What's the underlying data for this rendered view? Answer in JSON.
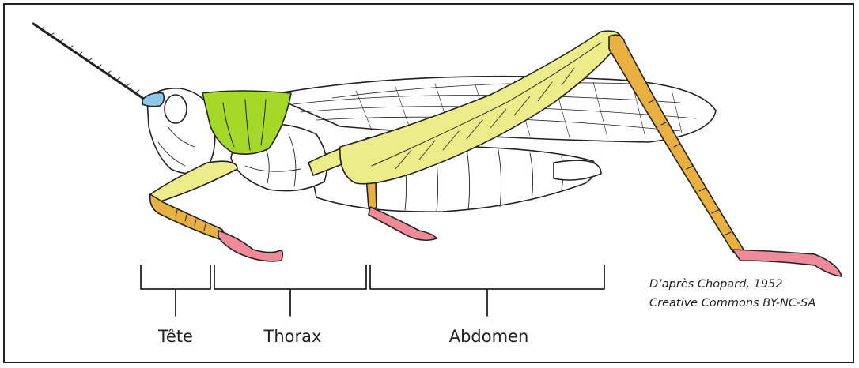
{
  "labels": {
    "head": "Tête",
    "thorax": "Thorax",
    "abdomen": "Abdomen"
  },
  "credit": {
    "line1": "D’après Chopard, 1952",
    "line2": "Creative Commons BY-NC-SA"
  },
  "colors": {
    "head_eye": "#8ec8e8",
    "pronotum": "#a4d92a",
    "legs": "#ecec8a",
    "leg_joints": "#e8b040",
    "feet": "#ef8a98",
    "outline": "#222222"
  }
}
